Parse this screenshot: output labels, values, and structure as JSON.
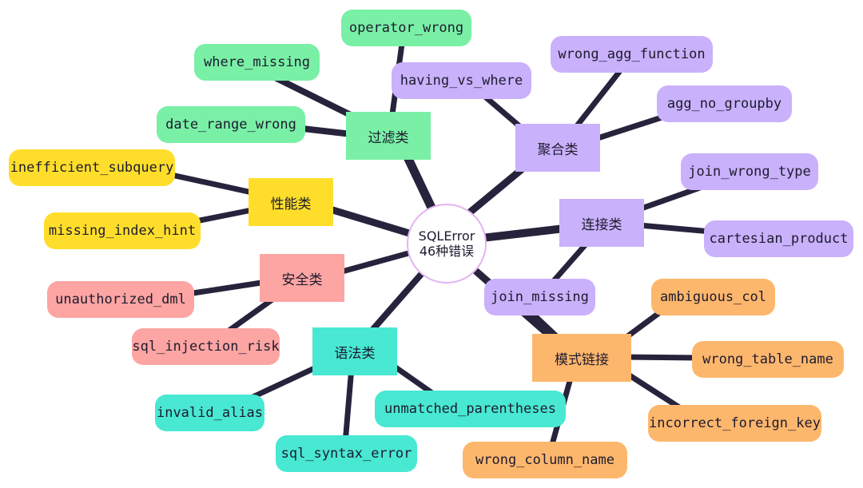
{
  "center": {
    "line1": "SQLError",
    "line2": "46种错误"
  },
  "categories": {
    "filter": "过滤类",
    "aggregate": "聚合类",
    "performance": "性能类",
    "join": "连接类",
    "security": "安全类",
    "syntax": "语法类",
    "schema": "模式链接"
  },
  "leaves": {
    "operator_wrong": "operator_wrong",
    "where_missing": "where_missing",
    "date_range_wrong": "date_range_wrong",
    "having_vs_where": "having_vs_where",
    "wrong_agg_function": "wrong_agg_function",
    "agg_no_groupby": "agg_no_groupby",
    "inefficient_subquery": "inefficient_subquery",
    "missing_index_hint": "missing_index_hint",
    "join_wrong_type": "join_wrong_type",
    "cartesian_product": "cartesian_product",
    "join_missing": "join_missing",
    "unauthorized_dml": "unauthorized_dml",
    "sql_injection_risk": "sql_injection_risk",
    "invalid_alias": "invalid_alias",
    "sql_syntax_error": "sql_syntax_error",
    "unmatched_parentheses": "unmatched_parentheses",
    "ambiguous_col": "ambiguous_col",
    "wrong_table_name": "wrong_table_name",
    "incorrect_foreign_key": "incorrect_foreign_key",
    "wrong_column_name": "wrong_column_name"
  },
  "colors": {
    "edge": "#27233c",
    "green": "#79f0a6",
    "purple": "#c9b1fc",
    "yellow": "#ffde2b",
    "red": "#fca5a3",
    "teal": "#48e8d2",
    "orange": "#fdb76d",
    "center_border": "#e4b3ee"
  }
}
